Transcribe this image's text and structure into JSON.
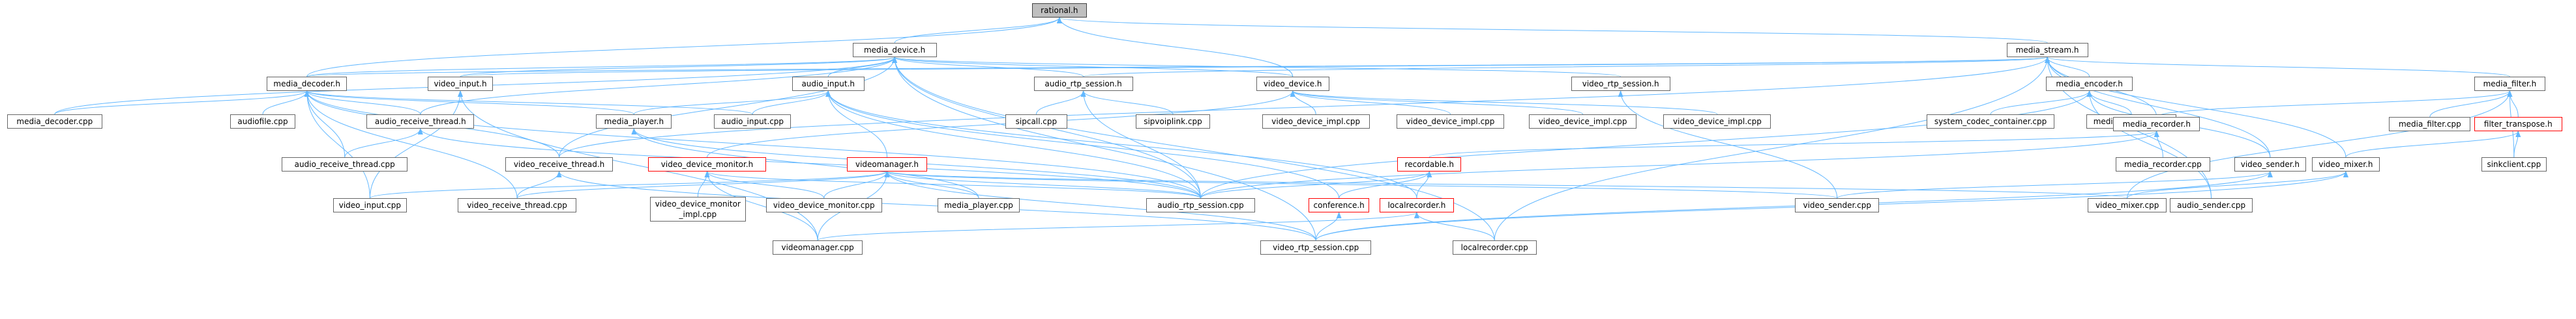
{
  "graph": {
    "nodes": [
      {
        "id": "rational",
        "label": "rational.h",
        "kind": "root"
      },
      {
        "id": "media_device",
        "label": "media_device.h",
        "kind": "normal"
      },
      {
        "id": "media_stream",
        "label": "media_stream.h",
        "kind": "normal"
      },
      {
        "id": "media_decoder",
        "label": "media_decoder.h",
        "kind": "normal"
      },
      {
        "id": "video_input",
        "label": "video_input.h",
        "kind": "normal"
      },
      {
        "id": "audio_input",
        "label": "audio_input.h",
        "kind": "normal"
      },
      {
        "id": "audio_rtp_session",
        "label": "audio_rtp_session.h",
        "kind": "normal"
      },
      {
        "id": "video_device",
        "label": "video_device.h",
        "kind": "normal"
      },
      {
        "id": "video_rtp_session",
        "label": "video_rtp_session.h",
        "kind": "normal"
      },
      {
        "id": "media_encoder",
        "label": "media_encoder.h",
        "kind": "normal"
      },
      {
        "id": "media_filter",
        "label": "media_filter.h",
        "kind": "normal"
      },
      {
        "id": "media_decoder_cpp",
        "label": "media_decoder.cpp",
        "kind": "normal"
      },
      {
        "id": "audiofile_cpp",
        "label": "audiofile.cpp",
        "kind": "normal"
      },
      {
        "id": "audio_receive_thread",
        "label": "audio_receive_thread.h",
        "kind": "normal"
      },
      {
        "id": "media_player",
        "label": "media_player.h",
        "kind": "normal"
      },
      {
        "id": "audio_input_cpp",
        "label": "audio_input.cpp",
        "kind": "normal"
      },
      {
        "id": "sipcall_cpp",
        "label": "sipcall.cpp",
        "kind": "normal"
      },
      {
        "id": "sipvoiplink_cpp",
        "label": "sipvoiplink.cpp",
        "kind": "normal"
      },
      {
        "id": "video_device_impl_1",
        "label": "video_device_impl.cpp",
        "kind": "normal"
      },
      {
        "id": "video_device_impl_2",
        "label": "video_device_impl.cpp",
        "kind": "normal"
      },
      {
        "id": "video_device_impl_3",
        "label": "video_device_impl.cpp",
        "kind": "normal"
      },
      {
        "id": "video_device_impl_4",
        "label": "video_device_impl.cpp",
        "kind": "normal"
      },
      {
        "id": "system_codec_container_cpp",
        "label": "system_codec_container.cpp",
        "kind": "normal"
      },
      {
        "id": "media_encoder_cpp",
        "label": "media_encoder.cpp",
        "kind": "normal"
      },
      {
        "id": "media_recorder",
        "label": "media_recorder.h",
        "kind": "normal"
      },
      {
        "id": "media_filter_cpp",
        "label": "media_filter.cpp",
        "kind": "normal"
      },
      {
        "id": "filter_transpose",
        "label": "filter_transpose.h",
        "kind": "red"
      },
      {
        "id": "audio_receive_thread_cpp",
        "label": "audio_receive_thread.cpp",
        "kind": "normal"
      },
      {
        "id": "video_receive_thread",
        "label": "video_receive_thread.h",
        "kind": "normal"
      },
      {
        "id": "video_device_monitor",
        "label": "video_device_monitor.h",
        "kind": "red"
      },
      {
        "id": "videomanager",
        "label": "videomanager.h",
        "kind": "red"
      },
      {
        "id": "recordable",
        "label": "recordable.h",
        "kind": "red"
      },
      {
        "id": "media_recorder_cpp",
        "label": "media_recorder.cpp",
        "kind": "normal"
      },
      {
        "id": "video_sender",
        "label": "video_sender.h",
        "kind": "normal"
      },
      {
        "id": "video_mixer",
        "label": "video_mixer.h",
        "kind": "normal"
      },
      {
        "id": "sinkclient_cpp",
        "label": "sinkclient.cpp",
        "kind": "normal"
      },
      {
        "id": "video_input_cpp",
        "label": "video_input.cpp",
        "kind": "normal"
      },
      {
        "id": "video_receive_thread_cpp",
        "label": "video_receive_thread.cpp",
        "kind": "normal"
      },
      {
        "id": "video_device_monitor_impl_cpp",
        "label": "video_device_monitor\n_impl.cpp",
        "kind": "normal"
      },
      {
        "id": "video_device_monitor_cpp",
        "label": "video_device_monitor.cpp",
        "kind": "normal"
      },
      {
        "id": "media_player_cpp",
        "label": "media_player.cpp",
        "kind": "normal"
      },
      {
        "id": "audio_rtp_session_cpp",
        "label": "audio_rtp_session.cpp",
        "kind": "normal"
      },
      {
        "id": "conference",
        "label": "conference.h",
        "kind": "red"
      },
      {
        "id": "localrecorder",
        "label": "localrecorder.h",
        "kind": "red"
      },
      {
        "id": "video_sender_cpp",
        "label": "video_sender.cpp",
        "kind": "normal"
      },
      {
        "id": "video_mixer_cpp",
        "label": "video_mixer.cpp",
        "kind": "normal"
      },
      {
        "id": "audio_sender_cpp",
        "label": "audio_sender.cpp",
        "kind": "normal"
      },
      {
        "id": "videomanager_cpp",
        "label": "videomanager.cpp",
        "kind": "normal"
      },
      {
        "id": "video_rtp_session_cpp",
        "label": "video_rtp_session.cpp",
        "kind": "normal"
      },
      {
        "id": "localrecorder_cpp",
        "label": "localrecorder.cpp",
        "kind": "normal"
      }
    ],
    "edges": [
      [
        "media_device",
        "rational"
      ],
      [
        "media_stream",
        "rational"
      ],
      [
        "video_device",
        "rational"
      ],
      [
        "media_decoder",
        "rational"
      ],
      [
        "media_decoder",
        "media_device"
      ],
      [
        "video_input",
        "media_device"
      ],
      [
        "audio_input",
        "media_device"
      ],
      [
        "audio_rtp_session",
        "media_device"
      ],
      [
        "video_device",
        "media_device"
      ],
      [
        "video_rtp_session",
        "media_device"
      ],
      [
        "audio_receive_thread",
        "media_device"
      ],
      [
        "video_receive_thread",
        "media_device"
      ],
      [
        "audio_rtp_session_cpp",
        "media_device"
      ],
      [
        "video_rtp_session_cpp",
        "media_device"
      ],
      [
        "media_decoder_cpp",
        "media_device"
      ],
      [
        "localrecorder_cpp",
        "media_device"
      ],
      [
        "media_decoder",
        "media_stream"
      ],
      [
        "video_input",
        "media_stream"
      ],
      [
        "audio_rtp_session",
        "media_stream"
      ],
      [
        "media_encoder",
        "media_stream"
      ],
      [
        "media_filter",
        "media_stream"
      ],
      [
        "media_recorder",
        "media_stream"
      ],
      [
        "video_sender",
        "media_stream"
      ],
      [
        "video_mixer",
        "media_stream"
      ],
      [
        "audio_sender_cpp",
        "media_stream"
      ],
      [
        "localrecorder_cpp",
        "media_stream"
      ],
      [
        "video_receive_thread",
        "media_stream"
      ],
      [
        "media_decoder_cpp",
        "media_decoder"
      ],
      [
        "audiofile_cpp",
        "media_decoder"
      ],
      [
        "audio_receive_thread",
        "media_decoder"
      ],
      [
        "media_player",
        "media_decoder"
      ],
      [
        "audio_input_cpp",
        "media_decoder"
      ],
      [
        "audio_receive_thread_cpp",
        "media_decoder"
      ],
      [
        "video_receive_thread",
        "media_decoder"
      ],
      [
        "video_input_cpp",
        "media_decoder"
      ],
      [
        "video_receive_thread_cpp",
        "media_decoder"
      ],
      [
        "audio_rtp_session_cpp",
        "media_decoder"
      ],
      [
        "video_input_cpp",
        "video_input"
      ],
      [
        "videomanager_cpp",
        "video_input"
      ],
      [
        "media_player",
        "audio_input"
      ],
      [
        "audio_input_cpp",
        "audio_input"
      ],
      [
        "videomanager",
        "audio_input"
      ],
      [
        "audio_rtp_session_cpp",
        "audio_input"
      ],
      [
        "conference",
        "audio_input"
      ],
      [
        "localrecorder",
        "audio_input"
      ],
      [
        "sipcall_cpp",
        "audio_rtp_session"
      ],
      [
        "sipvoiplink_cpp",
        "audio_rtp_session"
      ],
      [
        "audio_rtp_session_cpp",
        "audio_rtp_session"
      ],
      [
        "video_device_impl_1",
        "video_device"
      ],
      [
        "video_device_impl_2",
        "video_device"
      ],
      [
        "video_device_impl_3",
        "video_device"
      ],
      [
        "video_device_impl_4",
        "video_device"
      ],
      [
        "video_device_monitor",
        "video_device"
      ],
      [
        "video_sender_cpp",
        "video_rtp_session"
      ],
      [
        "system_codec_container_cpp",
        "media_encoder"
      ],
      [
        "media_encoder_cpp",
        "media_encoder"
      ],
      [
        "video_sender",
        "media_encoder"
      ],
      [
        "audio_rtp_session_cpp",
        "media_encoder"
      ],
      [
        "audio_sender_cpp",
        "media_encoder"
      ],
      [
        "media_recorder",
        "media_filter"
      ],
      [
        "media_filter_cpp",
        "media_filter"
      ],
      [
        "filter_transpose",
        "media_filter"
      ],
      [
        "sinkclient_cpp",
        "media_filter"
      ],
      [
        "video_mixer_cpp",
        "media_filter"
      ],
      [
        "audio_receive_thread_cpp",
        "audio_receive_thread"
      ],
      [
        "audio_rtp_session_cpp",
        "audio_receive_thread"
      ],
      [
        "media_player_cpp",
        "media_player"
      ],
      [
        "audio_rtp_session_cpp",
        "media_player"
      ],
      [
        "recordable",
        "media_recorder"
      ],
      [
        "media_recorder_cpp",
        "media_recorder"
      ],
      [
        "audio_rtp_session_cpp",
        "media_recorder"
      ],
      [
        "video_mixer",
        "filter_transpose"
      ],
      [
        "sinkclient_cpp",
        "filter_transpose"
      ],
      [
        "video_receive_thread_cpp",
        "video_receive_thread"
      ],
      [
        "video_rtp_session_cpp",
        "video_receive_thread"
      ],
      [
        "video_device_monitor_impl_cpp",
        "video_device_monitor"
      ],
      [
        "video_device_monitor_cpp",
        "video_device_monitor"
      ],
      [
        "videomanager_cpp",
        "video_device_monitor"
      ],
      [
        "audio_rtp_session_cpp",
        "video_device_monitor"
      ],
      [
        "video_input_cpp",
        "videomanager"
      ],
      [
        "video_receive_thread_cpp",
        "videomanager"
      ],
      [
        "video_device_monitor_cpp",
        "videomanager"
      ],
      [
        "media_player_cpp",
        "videomanager"
      ],
      [
        "audio_rtp_session_cpp",
        "videomanager"
      ],
      [
        "videomanager_cpp",
        "videomanager"
      ],
      [
        "video_sender_cpp",
        "videomanager"
      ],
      [
        "video_mixer_cpp",
        "videomanager"
      ],
      [
        "video_rtp_session_cpp",
        "videomanager"
      ],
      [
        "conference",
        "recordable"
      ],
      [
        "localrecorder",
        "recordable"
      ],
      [
        "audio_rtp_session_cpp",
        "recordable"
      ],
      [
        "video_sender_cpp",
        "video_sender"
      ],
      [
        "video_rtp_session_cpp",
        "video_sender"
      ],
      [
        "video_mixer_cpp",
        "video_mixer"
      ],
      [
        "video_rtp_session_cpp",
        "video_mixer"
      ],
      [
        "video_rtp_session_cpp",
        "conference"
      ],
      [
        "videomanager_cpp",
        "localrecorder"
      ],
      [
        "localrecorder_cpp",
        "localrecorder"
      ]
    ]
  },
  "colors": {
    "edge": "#63b8ff",
    "node_border": "#666666",
    "root_fill": "#bfbfbf",
    "red_border": "#ff0000"
  }
}
